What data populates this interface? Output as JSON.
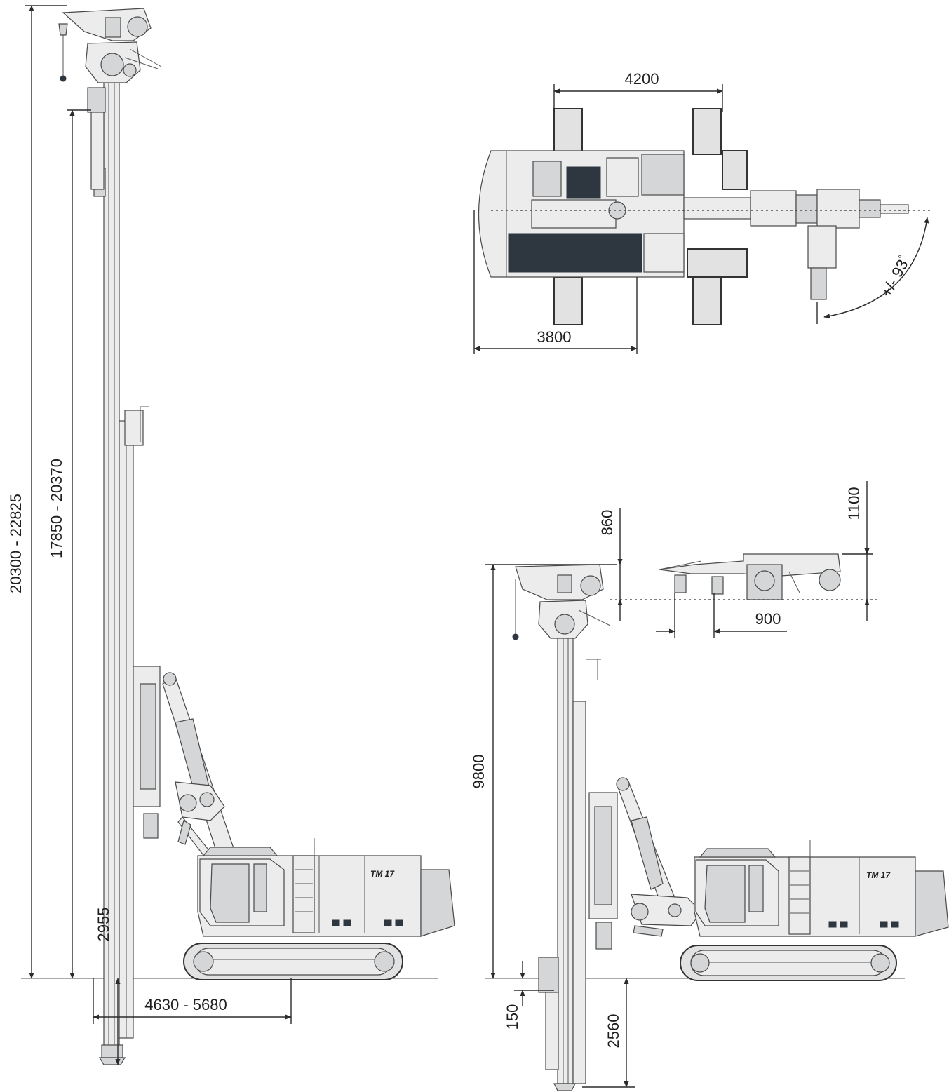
{
  "model_badge": "TM 17",
  "dimensions": {
    "overall_height": "20300 - 22825",
    "mast_height": "17850 - 20370",
    "clearance_height": "2955",
    "reach": "4630 - 5680",
    "track_spacing": "4200",
    "rear_swing": "3800",
    "rotation_angle": "+/- 93",
    "rotation_degree_mark": "°",
    "transport_height": "9800",
    "head_offset": "860",
    "head_raise": "1100",
    "head_travel": "900",
    "ground_offset": "150",
    "below_ground": "2560"
  }
}
